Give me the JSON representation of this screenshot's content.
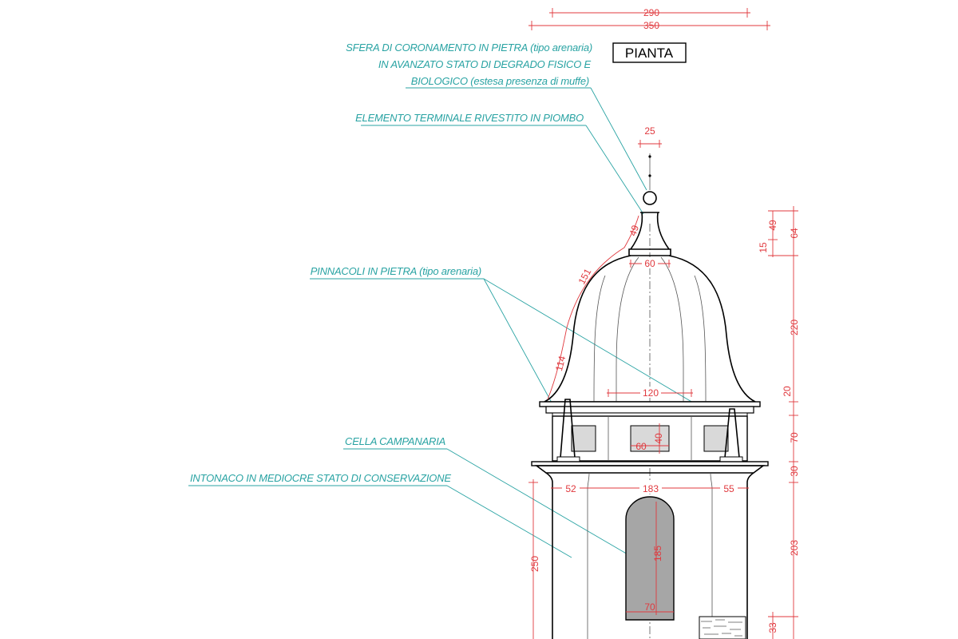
{
  "title": "PIANTA",
  "notes": {
    "sfera_l1": "SFERA DI CORONAMENTO IN PIETRA (tipo arenaria)",
    "sfera_l2": "IN AVANZATO STATO DI DEGRADO FISICO E",
    "sfera_l3": "BIOLOGICO (estesa presenza di muffe)",
    "elemento": "ELEMENTO TERMINALE RIVESTITO IN PIOMBO",
    "pinnacoli": "PINNACOLI IN PIETRA (tipo arenaria)",
    "cella": "CELLA CAMPANARIA",
    "intonaco": "INTONACO IN MEDIOCRE STATO DI CONSERVAZIONE"
  },
  "dimensions": {
    "top_290": "290",
    "top_350": "350",
    "finial_25": "25",
    "neck_60": "60",
    "arc_49": "49",
    "arc_151": "151",
    "arc_114": "114",
    "cornice_120": "120",
    "window_40": "40",
    "window_60": "60",
    "base_52": "52",
    "base_183": "183",
    "base_55": "55",
    "arch_185": "185",
    "arch_70": "70",
    "left_250": "250",
    "r_15": "15",
    "r_49": "49",
    "r_64": "64",
    "r_220": "220",
    "r_20": "20",
    "r_70": "70",
    "r_30": "30",
    "r_203": "203",
    "r_33": "33"
  },
  "colors": {
    "dimension": "#e0393e",
    "annotation": "#29a3a3",
    "outline": "#000000",
    "opening_fill": "#a6a6a6"
  }
}
